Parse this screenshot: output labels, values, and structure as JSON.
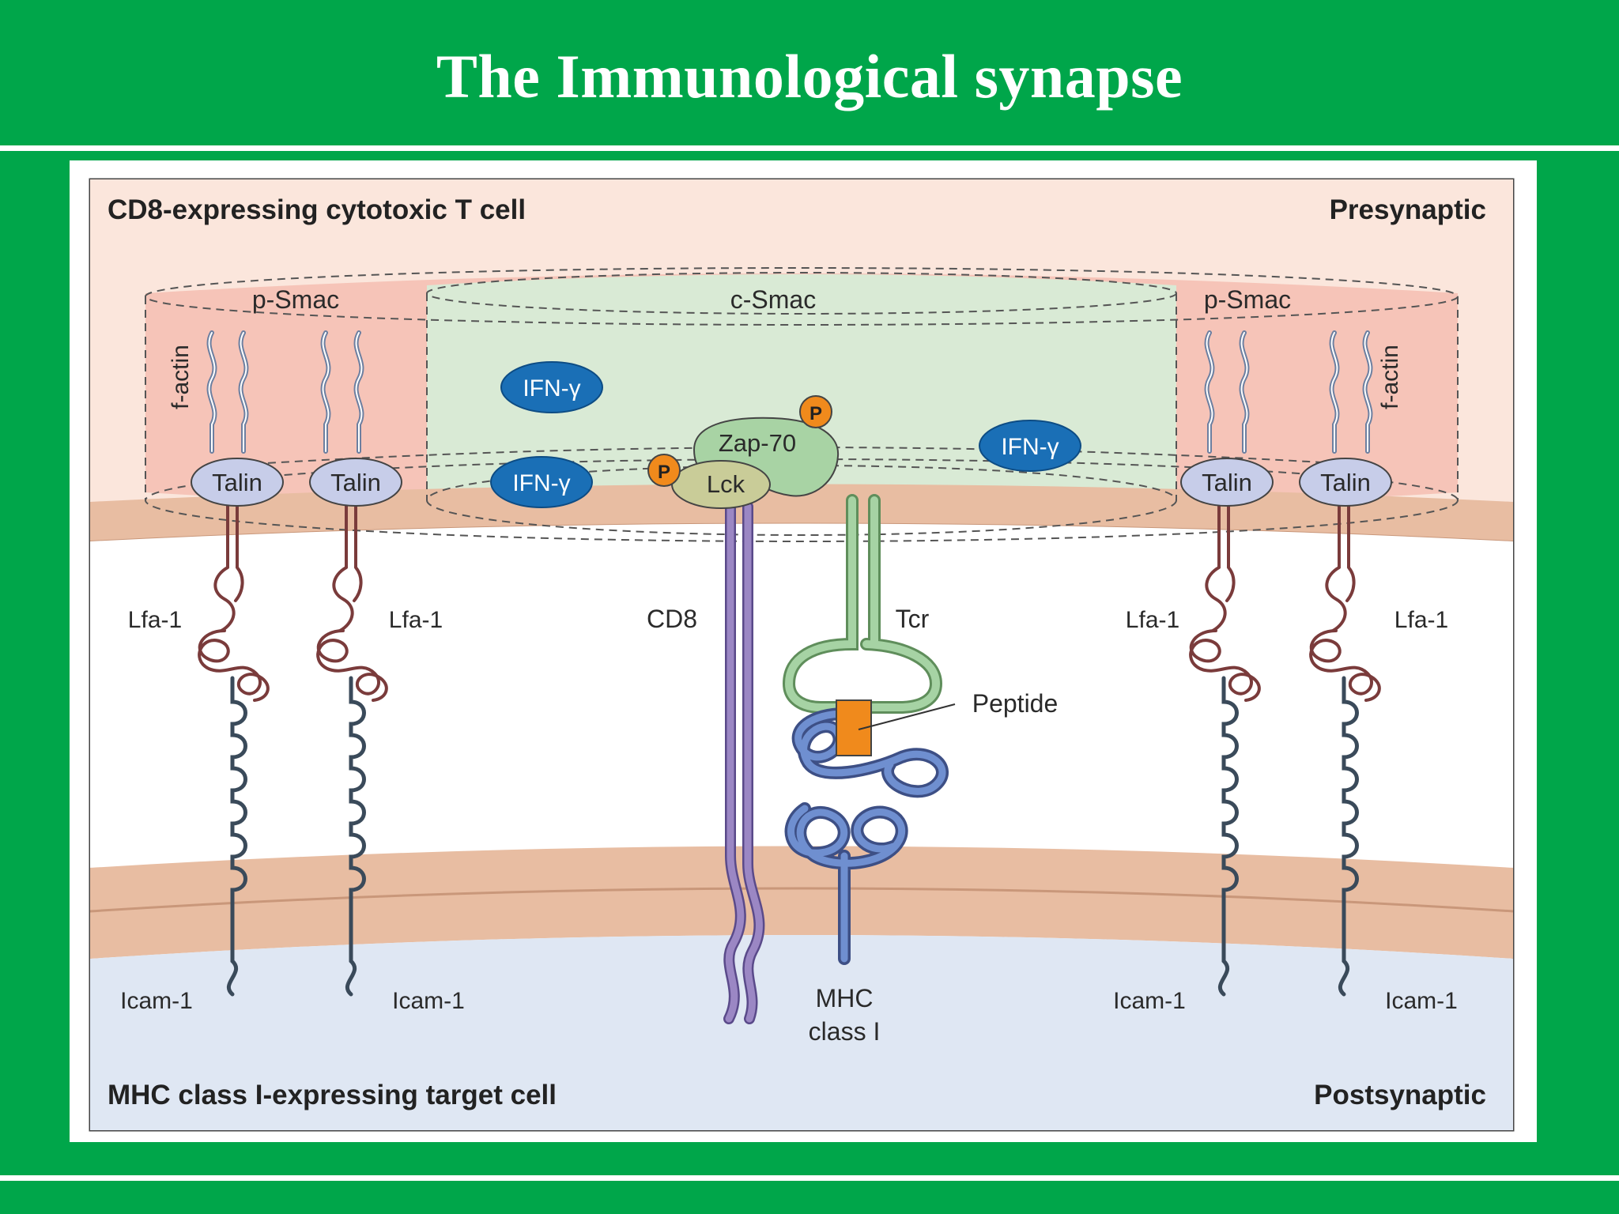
{
  "slide": {
    "title": "The Immunological synapse",
    "colors": {
      "background": "#00a64a",
      "title": "#ffffff"
    }
  },
  "diagram": {
    "cell_top": "CD8-expressing cytotoxic T cell",
    "cell_bottom": "MHC class I-expressing target cell",
    "presynaptic": "Presynaptic",
    "postsynaptic": "Postsynaptic",
    "p_smac": "p-Smac",
    "c_smac": "c-Smac",
    "f_actin": "f-actin",
    "talin": "Talin",
    "lfa1": "Lfa-1",
    "icam1": "Icam-1",
    "ifn_gamma": "IFN-γ",
    "zap70": "Zap-70",
    "lck": "Lck",
    "phospho": "P",
    "cd8": "CD8",
    "tcr": "Tcr",
    "peptide": "Peptide",
    "mhc_line1": "MHC",
    "mhc_line2": "class I",
    "colors": {
      "presynaptic_bg": "#fbe6dc",
      "p_smac_zone": "#f6c4b8",
      "c_smac_zone": "#d9ead5",
      "membrane": "#e8bda2",
      "target_cell": "#dfe7f3",
      "talin": "#c7cde9",
      "ifn": "#1a6fb6",
      "zap70": "#a8d3a4",
      "lck": "#c9cc98",
      "phospho": "#f08a1c",
      "cd8": "#9b87c4",
      "tcr": "#a6d3a4",
      "mhc": "#5e7ab6",
      "peptide": "#f08a1c",
      "lfa1": "#7a3b3b",
      "icam1": "#3a4a5a"
    }
  }
}
